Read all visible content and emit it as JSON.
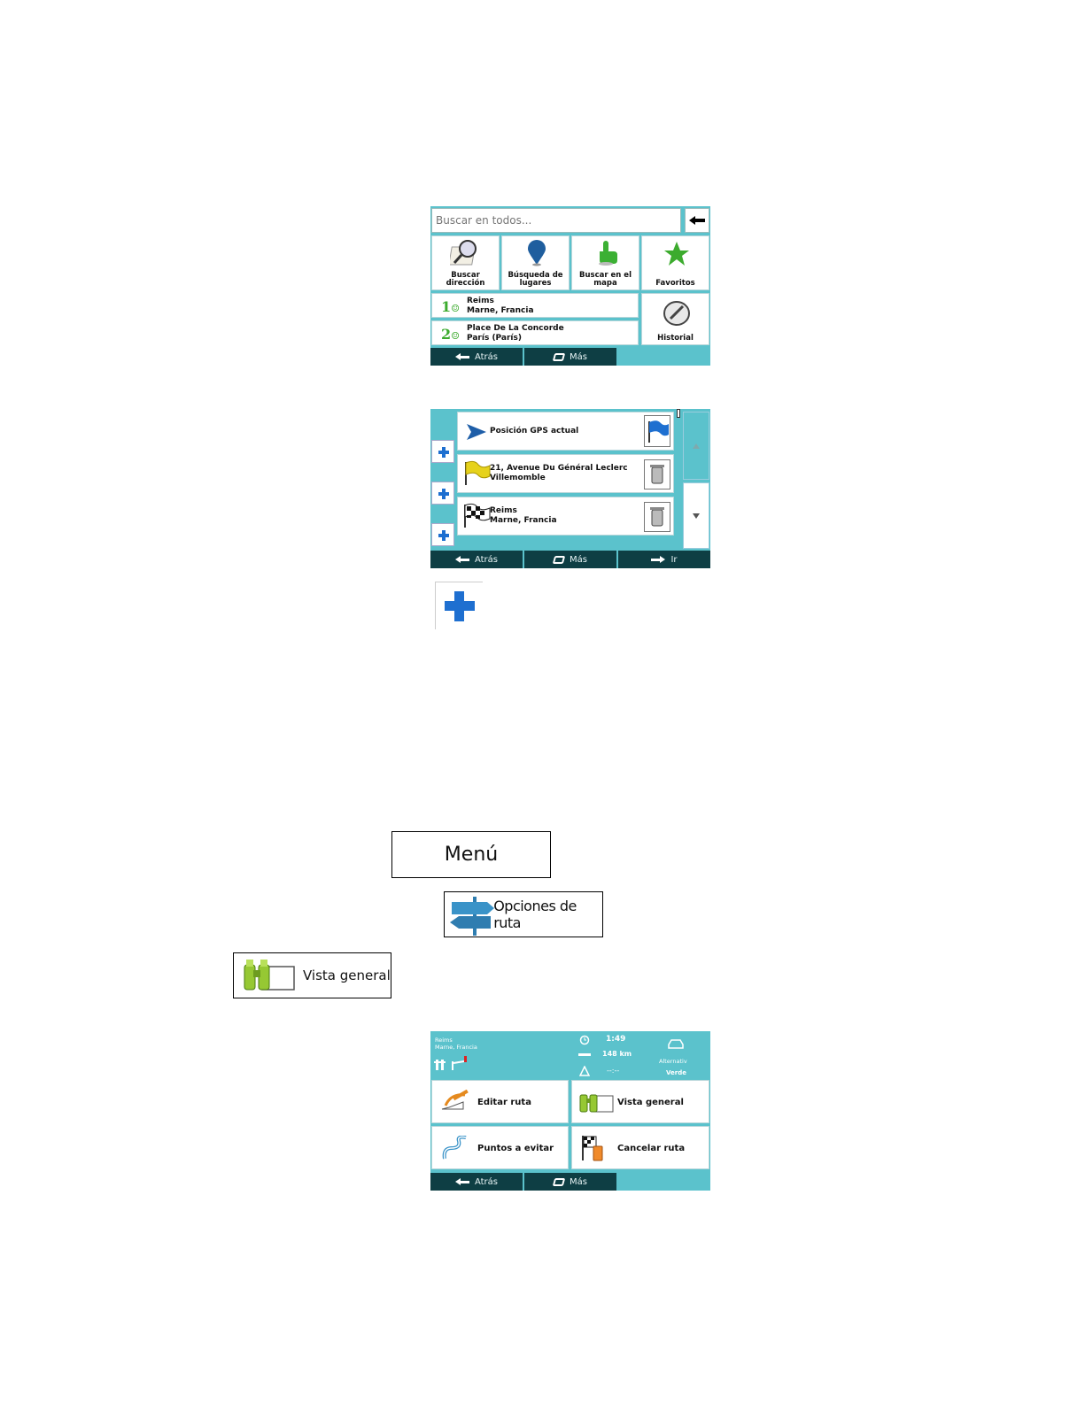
{
  "search_screen": {
    "search": {
      "placeholder": "Buscar en todos..."
    },
    "tiles": [
      {
        "label": "Buscar dirección",
        "icon": "magnifier-map-icon"
      },
      {
        "label": "Búsqueda de lugares",
        "icon": "map-pin-icon"
      },
      {
        "label": "Buscar en el mapa",
        "icon": "pointing-hand-icon"
      },
      {
        "label": "Favoritos",
        "icon": "star-icon"
      }
    ],
    "recent": [
      {
        "line1": "Reims",
        "line2": "Marne, Francia"
      },
      {
        "line1": "Place De La Concorde",
        "line2": "París (París)"
      }
    ],
    "history_label": "Historial",
    "bottom": {
      "back": "Atrás",
      "more": "Más"
    }
  },
  "route_edit_screen": {
    "items": [
      {
        "line1": "Posición GPS actual",
        "line2": "",
        "icon": "gps-arrow-icon",
        "action_icon": "flag-icon"
      },
      {
        "line1": "21, Avenue Du Général Leclerc",
        "line2": "Villemomble",
        "icon": "yellow-flag-icon",
        "action_icon": "trash-icon"
      },
      {
        "line1": "Reims",
        "line2": "Marne, Francia",
        "icon": "checkered-flag-icon",
        "action_icon": "trash-icon"
      }
    ],
    "bottom": {
      "back": "Atrás",
      "more": "Más",
      "go": "Ir"
    }
  },
  "buttons": {
    "menu": "Menú",
    "route_options": "Opciones de ruta",
    "overview": "Vista general"
  },
  "route_menu_screen": {
    "header": {
      "destination_line1": "Reims",
      "destination_line2": "Marne, Francia",
      "time": "1:49",
      "distance": "148 km",
      "eta": "--:--",
      "alt_label": "Alternativ",
      "alt_value": "Verde"
    },
    "tiles": [
      {
        "label": "Editar ruta",
        "icon": "edit-route-icon"
      },
      {
        "label": "Vista general",
        "icon": "binoculars-icon"
      },
      {
        "label": "Puntos a evitar",
        "icon": "avoid-route-icon"
      },
      {
        "label": "Cancelar ruta",
        "icon": "cancel-route-icon"
      }
    ],
    "bottom": {
      "back": "Atrás",
      "more": "Más"
    }
  },
  "colors": {
    "screen_bg": "#5bc2cc",
    "bar_bg": "#0e3e44",
    "plus_blue": "#1e6fd0"
  }
}
